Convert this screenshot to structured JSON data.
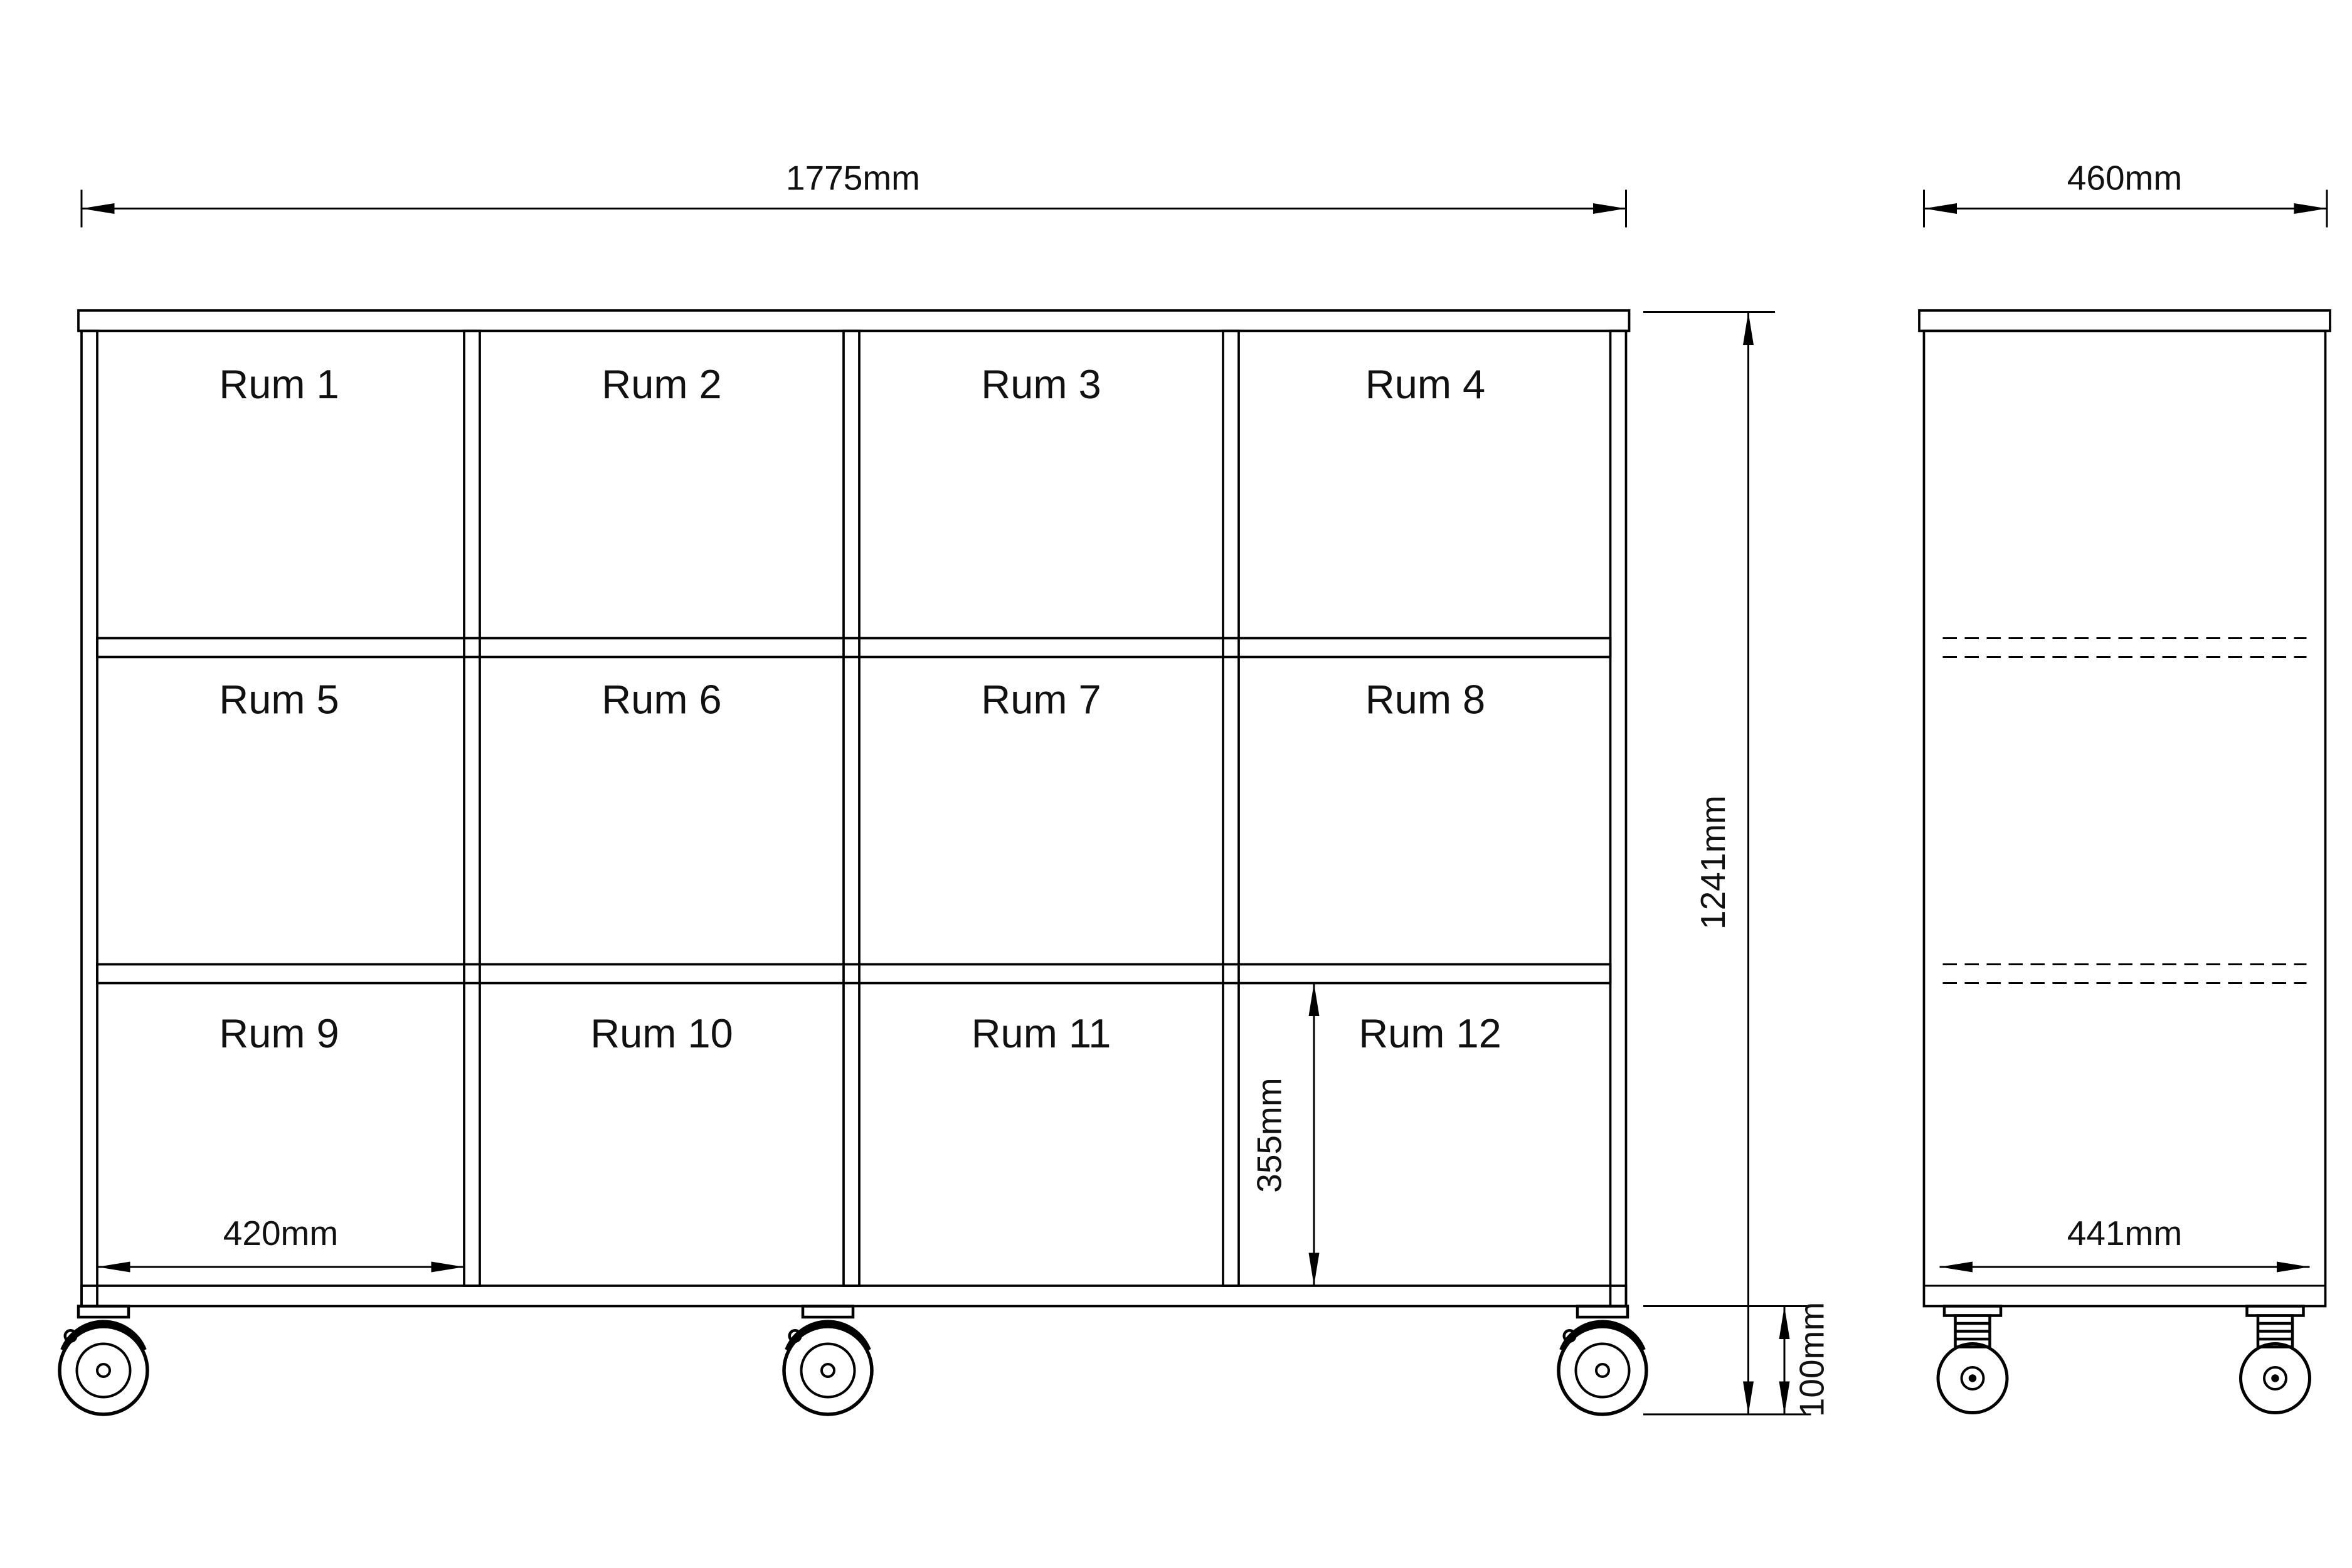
{
  "front_view": {
    "compartments": [
      {
        "label": "Rum 1"
      },
      {
        "label": "Rum 2"
      },
      {
        "label": "Rum 3"
      },
      {
        "label": "Rum 4"
      },
      {
        "label": "Rum 5"
      },
      {
        "label": "Rum 6"
      },
      {
        "label": "Rum 7"
      },
      {
        "label": "Rum 8"
      },
      {
        "label": "Rum 9"
      },
      {
        "label": "Rum 10"
      },
      {
        "label": "Rum 11"
      },
      {
        "label": "Rum 12"
      }
    ]
  },
  "dimensions": {
    "overall_width": "1775mm",
    "depth": "460mm",
    "overall_height": "1241mm",
    "caster_height": "100mm",
    "compartment_width": "420mm",
    "compartment_height": "355mm",
    "inner_depth": "441mm"
  },
  "colors": {
    "line": "#000000",
    "background": "#ffffff"
  }
}
